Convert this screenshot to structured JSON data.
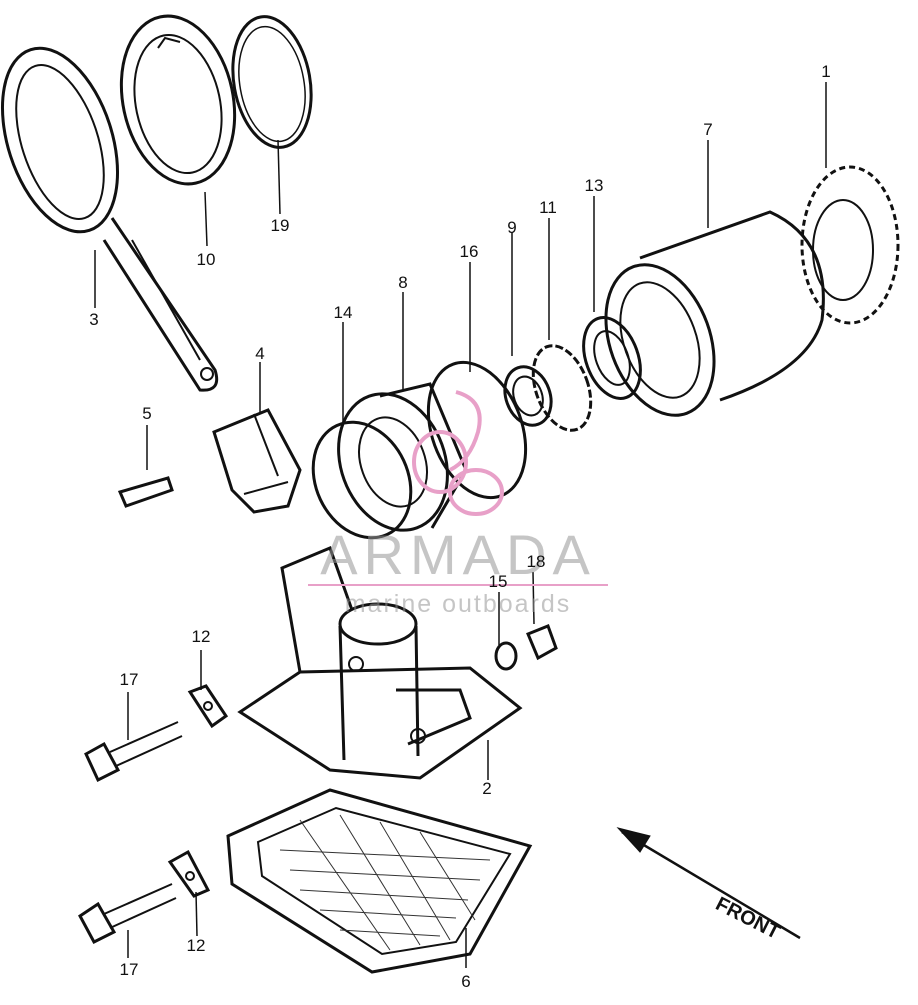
{
  "callouts": {
    "n1": "1",
    "n2": "2",
    "n3": "3",
    "n4": "4",
    "n5": "5",
    "n6": "6",
    "n7": "7",
    "n8": "8",
    "n9": "9",
    "n10": "10",
    "n11": "11",
    "n12a": "12",
    "n12b": "12",
    "n13": "13",
    "n14": "14",
    "n15": "15",
    "n16": "16",
    "n17a": "17",
    "n17b": "17",
    "n18": "18",
    "n19": "19"
  },
  "direction_label": "FRONT",
  "watermark": {
    "title": "ARMADA",
    "subtitle": "marine outboards",
    "color": "#e8a0c8"
  }
}
